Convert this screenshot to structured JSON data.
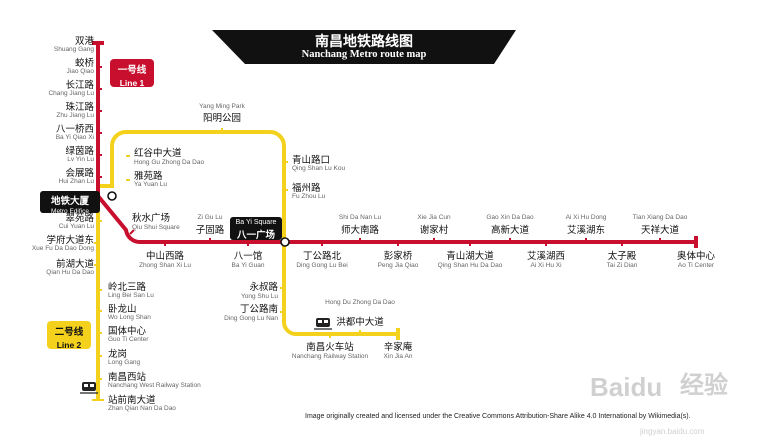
{
  "title": {
    "zh": "南昌地铁路线图",
    "en": "Nanchang Metro route map"
  },
  "line1": {
    "zh": "一号线",
    "en": "Line 1",
    "color": "#c8102e"
  },
  "line2": {
    "zh": "二号线",
    "en": "Line 2",
    "color": "#f3d11c"
  },
  "interchanges": {
    "metro_edifice": {
      "zh": "地铁大厦",
      "en": "Metro Edifice"
    },
    "bayi_square": {
      "zh": "八一广场",
      "en": "Ba Yi Square"
    }
  },
  "stations": {
    "shuanggang": {
      "zh": "双港",
      "en": "Shuang Gang"
    },
    "jiaoqiao": {
      "zh": "蛟桥",
      "en": "Jiao Qiao"
    },
    "changjianglu": {
      "zh": "长江路",
      "en": "Chang Jiang Lu"
    },
    "zhujianglu": {
      "zh": "珠江路",
      "en": "Zhu Jiang Lu"
    },
    "bayiqiaoxi": {
      "zh": "八一桥西",
      "en": "Ba Yi Qiao Xi"
    },
    "lvyinlu": {
      "zh": "绿茵路",
      "en": "Lv Yin Lu"
    },
    "huizhanlu": {
      "zh": "会展路",
      "en": "Hui Zhan Lu"
    },
    "cuiyuanlu": {
      "zh": "翠苑路",
      "en": "Cui Yuan Lu"
    },
    "xuefudadaodong": {
      "zh": "学府大道东",
      "en": "Xue Fu Da Dao Dong"
    },
    "qianhudadao": {
      "zh": "前湖大道",
      "en": "Qian Hu Da Dao"
    },
    "lingbeisanlu": {
      "zh": "岭北三路",
      "en": "Ling Bei San Lu"
    },
    "wolongshan": {
      "zh": "卧龙山",
      "en": "Wo Long Shan"
    },
    "guotizhongxin": {
      "zh": "国体中心",
      "en": "Guo Ti Center"
    },
    "longgang": {
      "zh": "龙岗",
      "en": "Long Gang"
    },
    "nanchangxizhan": {
      "zh": "南昌西站",
      "en": "Nanchang West Railway Station"
    },
    "zhanqiannandadao": {
      "zh": "站前南大道",
      "en": "Zhan Qian Nan Da Dao"
    },
    "honggutan": {
      "zh": "红谷中大道",
      "en": "Hong Gu Zhong Da Dao"
    },
    "yayuanlu": {
      "zh": "雅苑路",
      "en": "Ya Yuan Lu"
    },
    "yangmingpark": {
      "zh": "阳明公园",
      "en": "Yang Ming Park"
    },
    "qingshanlukou": {
      "zh": "青山路口",
      "en": "Qing Shan Lu Kou"
    },
    "fuzhoulu": {
      "zh": "福州路",
      "en": "Fu Zhou Lu"
    },
    "qiushuiguangchang": {
      "zh": "秋水广场",
      "en": "Qiu Shui Square"
    },
    "zhongshanxilu": {
      "zh": "中山西路",
      "en": "Zhong Shan Xi Lu"
    },
    "ziguolu": {
      "zh": "子固路",
      "en": "Zi Gu Lu"
    },
    "bayiguan": {
      "zh": "八一馆",
      "en": "Ba Yi Guan"
    },
    "dingonglubei": {
      "zh": "丁公路北",
      "en": "Ding Gong Lu Bei"
    },
    "shidananlu": {
      "zh": "师大南路",
      "en": "Shi Da Nan Lu"
    },
    "pengjiaqiao": {
      "zh": "彭家桥",
      "en": "Peng Jia Qiao"
    },
    "xiejiacun": {
      "zh": "谢家村",
      "en": "Xie Jia Cun"
    },
    "qingshanhudadao": {
      "zh": "青山湖大道",
      "en": "Qing Shan Hu Da Dao"
    },
    "gaoxindadao": {
      "zh": "高新大道",
      "en": "Gao Xin Da Dao"
    },
    "aixihuxi": {
      "zh": "艾溪湖西",
      "en": "Ai Xi Hu Xi"
    },
    "aixihudong": {
      "zh": "艾溪湖东",
      "en": "Ai Xi Hu Dong"
    },
    "taizidian": {
      "zh": "太子殿",
      "en": "Tai Zi Dian"
    },
    "tianxiangdadao": {
      "zh": "天祥大道",
      "en": "Tian Xiang Da Dao"
    },
    "aotizhongxin": {
      "zh": "奥体中心",
      "en": "Ao Ti Center"
    },
    "yongshulu": {
      "zh": "永叔路",
      "en": "Yong Shu Lu"
    },
    "dingonglunan": {
      "zh": "丁公路南",
      "en": "Ding Gong Lu Nan"
    },
    "nanchanghuochezhan": {
      "zh": "南昌火车站",
      "en": "Nanchang Railway Station"
    },
    "hongduzhongdadao": {
      "zh": "洪都中大道",
      "en": "Hong Du Zhong Da Dao"
    },
    "xinjiaan": {
      "zh": "辛家庵",
      "en": "Xin Jia An"
    }
  },
  "credit": "Image originally created and licensed under the Creative Commons Attribution-Share Alike 4.0 International by Wikimedia(s).",
  "watermark": {
    "brand": "Baidu",
    "name": "经验",
    "url": "jingyan.baidu.com"
  },
  "icons": [
    "train-icon"
  ]
}
